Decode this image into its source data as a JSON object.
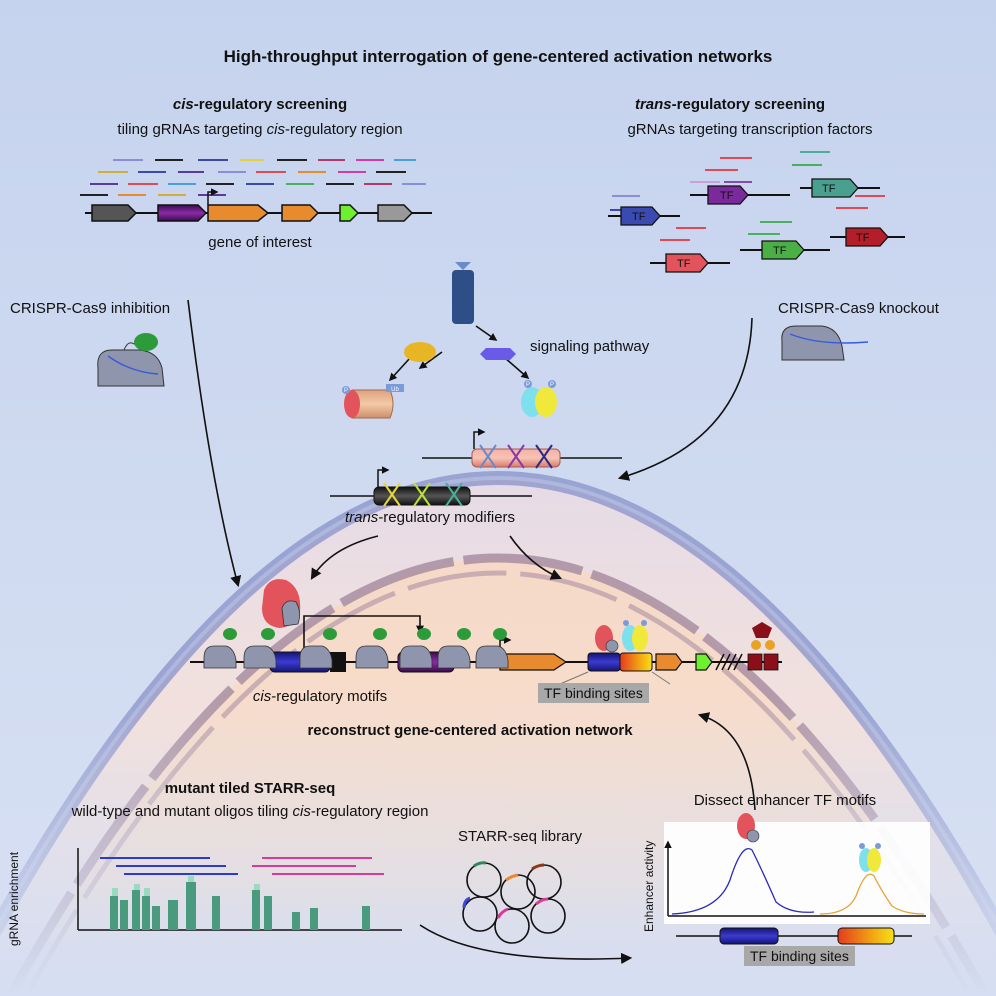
{
  "title": "High-throughput interrogation of gene-centered activation networks",
  "cis_panel": {
    "heading_em": "cis",
    "heading_rest": "-regulatory screening",
    "sub_pre": "tiling gRNAs targeting ",
    "sub_em": "cis",
    "sub_post": "-regulatory region",
    "gene_label": "gene of interest",
    "method": "CRISPR-Cas9 inhibition"
  },
  "trans_panel": {
    "heading_em": "trans",
    "heading_rest": "-regulatory screening",
    "sub": "gRNAs targeting transcription factors",
    "tf_label": "TF",
    "method": "CRISPR-Cas9 knockout"
  },
  "cell": {
    "signaling_label": "signaling pathway",
    "modifiers_em": "trans",
    "modifiers_rest": "-regulatory modifiers",
    "ub_label": "Ub",
    "p_label": "P",
    "motifs_em": "cis",
    "motifs_rest": "-regulatory motifs",
    "tfbs_label": "TF binding sites",
    "network_label": "reconstruct gene-centered activation network"
  },
  "starr": {
    "heading": "mutant tiled STARR-seq",
    "sub_pre": "wild-type and mutant oligos tiling ",
    "sub_em": "cis",
    "sub_post": "-regulatory region",
    "y_axis": "gRNA enrichment",
    "library": "STARR-seq library",
    "dissect": "Dissect enhancer TF motifs",
    "enhancer_axis": "Enhancer activity",
    "tfbs_label": "TF binding sites"
  },
  "colors": {
    "background_top": "#c7d4ee",
    "cytoplasm": "#f4e2dc",
    "nucleus": "#f7dcc6",
    "membrane": "#8c97cc",
    "nuclear_envelope": "#a7889e",
    "gene_orange": "#e88a2e",
    "tf_red": "#e2535b",
    "bar_green": "#4a9b7e"
  },
  "icons": [
    "receptor-icon",
    "kinase-icon",
    "scissors-icon",
    "dcas9-krab-icon",
    "cas9-icon",
    "tf-dimer-icon",
    "plasmid-icon",
    "arrow-icon"
  ]
}
